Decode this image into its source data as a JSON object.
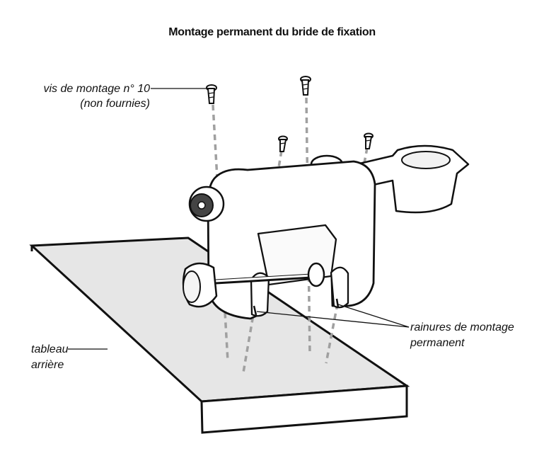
{
  "title": "Montage permanent du bride de fixation",
  "labels": {
    "screws_line1": "vis de montage n° 10",
    "screws_line2": "(non fournies)",
    "slots_line1": "rainures de montage",
    "slots_line2": "permanent",
    "transom_line1": "tableau",
    "transom_line2": "arrière"
  },
  "colors": {
    "line": "#111111",
    "board_face": "#e6e6e6",
    "board_edge": "#ffffff",
    "guide": "#9a9a9a",
    "bracket": "#ffffff"
  }
}
